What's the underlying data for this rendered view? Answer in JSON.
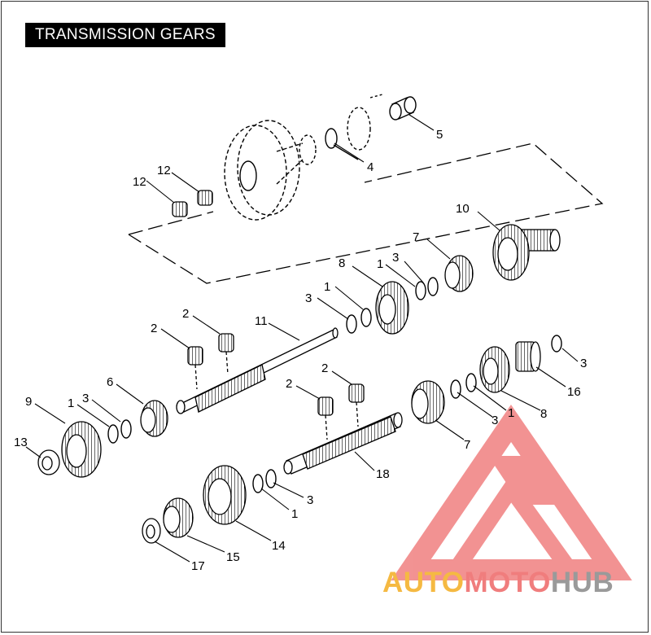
{
  "page": {
    "title": "TRANSMISSION GEARS"
  },
  "callouts": [
    {
      "id": "c5",
      "text": "5"
    },
    {
      "id": "c4",
      "text": "4"
    },
    {
      "id": "c12a",
      "text": "12"
    },
    {
      "id": "c12b",
      "text": "12"
    },
    {
      "id": "c10",
      "text": "10"
    },
    {
      "id": "c7a",
      "text": "7"
    },
    {
      "id": "c3a",
      "text": "3"
    },
    {
      "id": "c1a",
      "text": "1"
    },
    {
      "id": "c8a",
      "text": "8"
    },
    {
      "id": "c1b",
      "text": "1"
    },
    {
      "id": "c3b",
      "text": "3"
    },
    {
      "id": "c11",
      "text": "11"
    },
    {
      "id": "c2a",
      "text": "2"
    },
    {
      "id": "c2b",
      "text": "2"
    },
    {
      "id": "c6",
      "text": "6"
    },
    {
      "id": "c3c",
      "text": "3"
    },
    {
      "id": "c1c",
      "text": "1"
    },
    {
      "id": "c9",
      "text": "9"
    },
    {
      "id": "c13",
      "text": "13"
    },
    {
      "id": "c2c",
      "text": "2"
    },
    {
      "id": "c2d",
      "text": "2"
    },
    {
      "id": "c3d",
      "text": "3"
    },
    {
      "id": "c16",
      "text": "16"
    },
    {
      "id": "c8b",
      "text": "8"
    },
    {
      "id": "c1d",
      "text": "1"
    },
    {
      "id": "c3e",
      "text": "3"
    },
    {
      "id": "c7b",
      "text": "7"
    },
    {
      "id": "c18",
      "text": "18"
    },
    {
      "id": "c3f",
      "text": "3"
    },
    {
      "id": "c1e",
      "text": "1"
    },
    {
      "id": "c14",
      "text": "14"
    },
    {
      "id": "c15",
      "text": "15"
    },
    {
      "id": "c17",
      "text": "17"
    }
  ],
  "watermark": {
    "part1": "AUTO",
    "part2": "MOTO",
    "part3": "HUB",
    "color1": "#f5b942",
    "color2": "#f07d7d",
    "color3": "#9a9a9a",
    "logo_color": "#f08080"
  },
  "colors": {
    "title_bg": "#000000",
    "title_fg": "#ffffff",
    "line": "#000000"
  }
}
